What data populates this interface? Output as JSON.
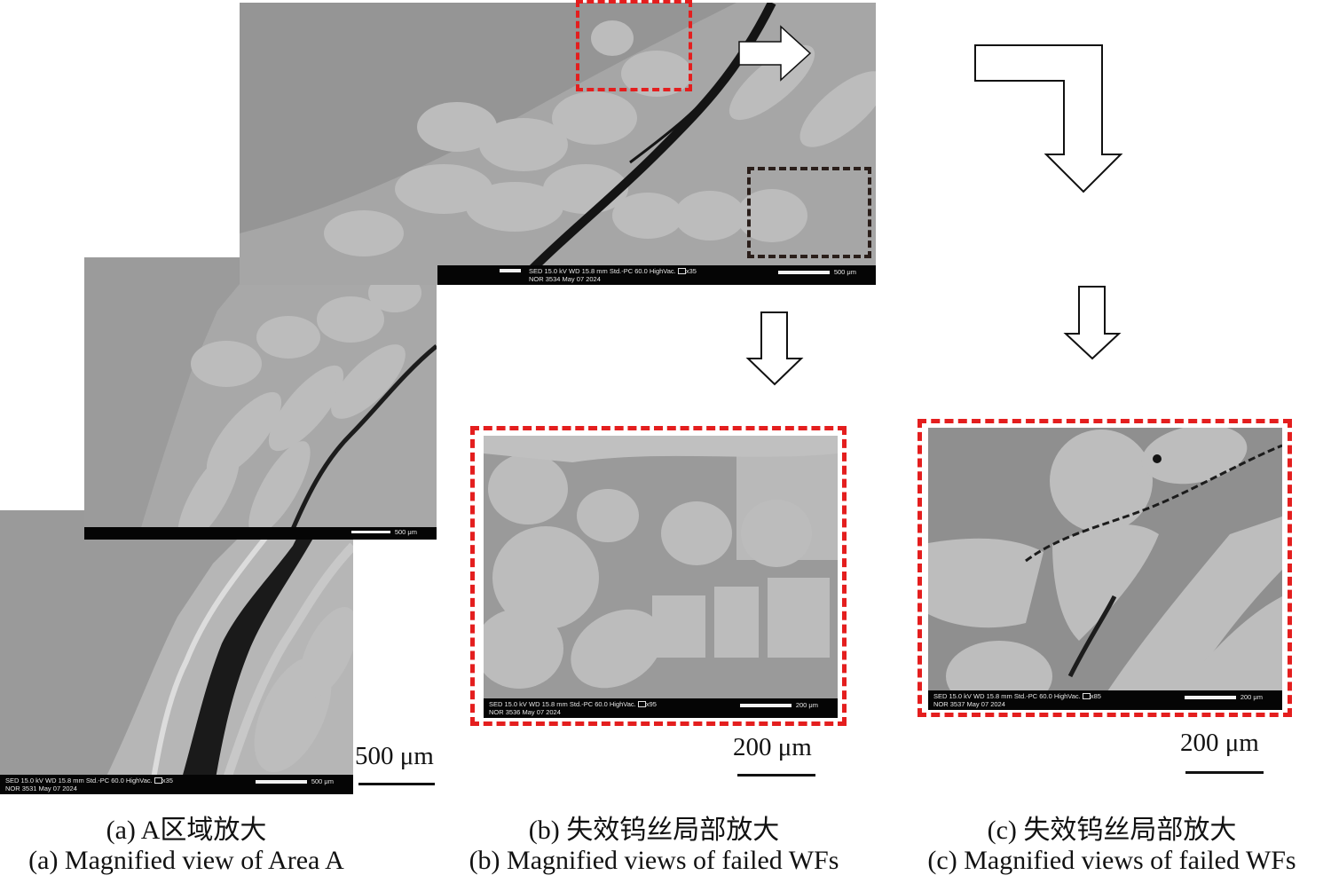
{
  "captions": {
    "a_zh": "(a) A区域放大",
    "a_en": "(a) Magnified view of Area A",
    "b_zh": "(b) 失效钨丝局部放大",
    "b_en": "(b) Magnified views of failed WFs",
    "c_zh": "(c) 失效钨丝局部放大",
    "c_en": "(c) Magnified views of failed WFs"
  },
  "scale_labels": {
    "a": "500 μm",
    "b": "200 μm",
    "c": "200 μm"
  },
  "sem_panels": {
    "top": {
      "line1": "SED    15.0 kV   WD 15.8 mm     Std.-PC 60.0     HighVac.",
      "mag": "x35",
      "line2": "NOR    3534    May 07 2024",
      "scale": "500 μm"
    },
    "middle": {
      "scale": "500 μm"
    },
    "bottom": {
      "line1": "SED    15.0 kV   WD 15.8 mm     Std.-PC 60.0     HighVac.",
      "mag": "x35",
      "line2": "NOR    3531    May 07 2024",
      "scale": "500 μm"
    },
    "b": {
      "line1": "SED    15.0 kV   WD 15.8 mm     Std.-PC 60.0     HighVac.",
      "mag": "x95",
      "line2": "NOR    3536    May 07 2024",
      "scale": "200 μm"
    },
    "c": {
      "line1": "SED    15.0 kV   WD 15.8 mm     Std.-PC 60.0     HighVac.",
      "mag": "x85",
      "line2": "NOR    3537    May 07 2024",
      "scale": "200 μm"
    }
  },
  "colors": {
    "highlight_frame": "#e41e1e",
    "dark_frame": "#2a1e1a",
    "sem_background": "#9c9c9c",
    "fiber": "#b9b9b9",
    "crack": "#141414"
  }
}
